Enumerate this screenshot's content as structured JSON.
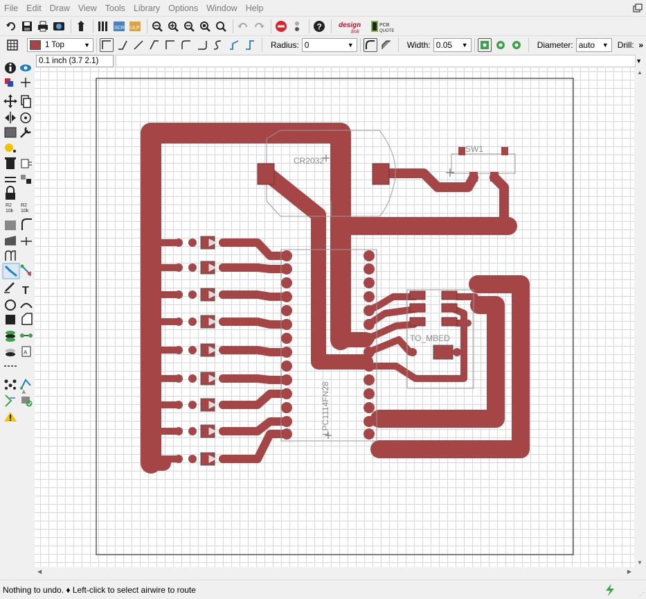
{
  "menu": [
    "File",
    "Edit",
    "Draw",
    "View",
    "Tools",
    "Library",
    "Options",
    "Window",
    "Help"
  ],
  "toolbar": {
    "designlink_label": "design link",
    "pcb_quote_label": "PCB QUOTE"
  },
  "toolbar2": {
    "layer": "1 Top",
    "layer_color": "#a64545",
    "radius_label": "Radius:",
    "radius_value": "0",
    "width_label": "Width:",
    "width_value": "0.05",
    "diameter_label": "Diameter:",
    "diameter_value": "auto",
    "drill_label": "Drill:",
    "overflow_label": "»"
  },
  "coord": "0.1 inch (3.7 2.1)",
  "board": {
    "trace_color": "#a64545",
    "labels": {
      "battery": "CR2032",
      "switch": "SW1",
      "connector": "TO_MBED",
      "ic": "LPC1114FN28"
    }
  },
  "status": {
    "text": "Nothing to undo.  ♦ Left-click to select airwire to route"
  },
  "icons": [
    "open-icon",
    "save-icon",
    "print-icon",
    "cam-icon",
    "board-icon",
    "script-icon",
    "run-ulp-icon",
    "zoom-fit-icon",
    "zoom-in-icon",
    "zoom-out-icon",
    "zoom-select-icon",
    "zoom-redraw-icon",
    "undo-icon",
    "redo-icon",
    "stop-icon",
    "go-icon",
    "help-icon"
  ]
}
